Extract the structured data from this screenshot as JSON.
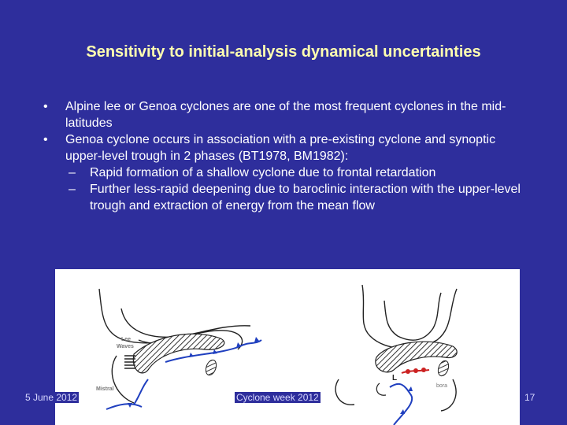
{
  "slide": {
    "title": "Sensitivity to initial-analysis dynamical uncertainties",
    "bullets": [
      "Alpine lee or Genoa cyclones are one of the most frequent cyclones in the mid-latitudes",
      "Genoa cyclone occurs in association with a pre-existing cyclone and synoptic upper-level trough in 2 phases (BT1978, BM1982):"
    ],
    "sub_bullets": [
      "Rapid formation of a shallow cyclone due to frontal retardation",
      "Further less-rapid deepening due to baroclinic interaction with the upper-level trough and extraction of energy from the mean flow"
    ],
    "bullet_mark": "•",
    "sub_mark": "–"
  },
  "figure": {
    "label_lee": "Lee",
    "label_waves": "Waves",
    "label_mistral": "Mistral",
    "label_bora": "bora",
    "label_low": "L"
  },
  "footer": {
    "date": "5 June 2012",
    "event": "Cyclone week 2012",
    "page": "17"
  },
  "colors": {
    "background": "#2e2e9c",
    "title": "#ffffb0",
    "text": "#ffffff",
    "front": "#1f3fbf",
    "warm_front": "#cc2222"
  }
}
